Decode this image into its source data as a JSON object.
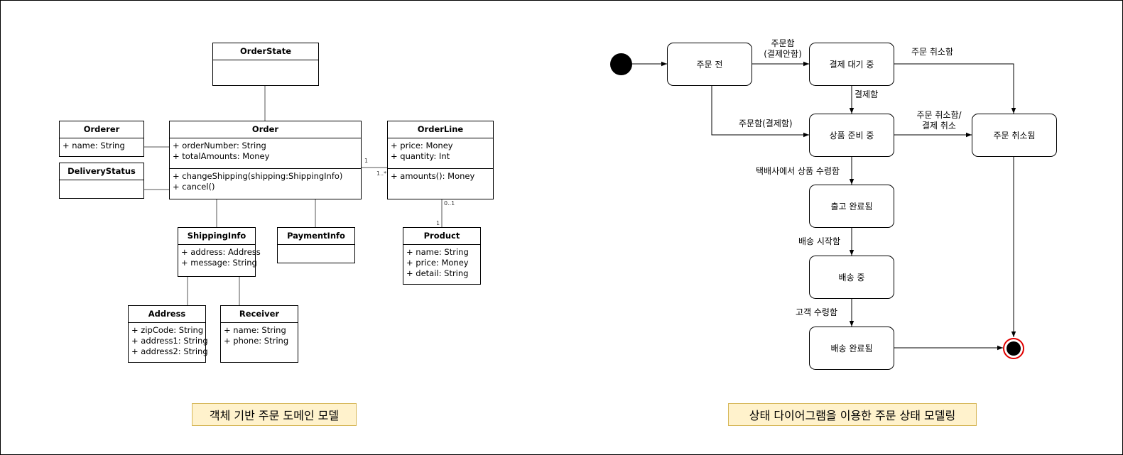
{
  "class_diagram": {
    "caption": "객체 기반 주문 도메인 모델",
    "classes": {
      "order_state": {
        "name": "OrderState",
        "attributes": [],
        "methods": []
      },
      "orderer": {
        "name": "Orderer",
        "attributes": [
          "+ name: String"
        ]
      },
      "delivery_status": {
        "name": "DeliveryStatus",
        "attributes": []
      },
      "order": {
        "name": "Order",
        "attributes": [
          "+ orderNumber: String",
          "+ totalAmounts: Money"
        ],
        "methods": [
          "+ changeShipping(shipping:ShippingInfo)",
          "+ cancel()"
        ]
      },
      "order_line": {
        "name": "OrderLine",
        "attributes": [
          "+ price: Money",
          "+ quantity: Int"
        ],
        "methods": [
          "+ amounts(): Money"
        ]
      },
      "shipping_info": {
        "name": "ShippingInfo",
        "attributes": [
          "+ address: Address",
          "+ message: String"
        ]
      },
      "payment_info": {
        "name": "PaymentInfo",
        "attributes": []
      },
      "product": {
        "name": "Product",
        "attributes": [
          "+ name: String",
          "+ price: Money",
          "+ detail: String"
        ]
      },
      "address": {
        "name": "Address",
        "attributes": [
          "+ zipCode: String",
          "+ address1: String",
          "+ address2: String"
        ]
      },
      "receiver": {
        "name": "Receiver",
        "attributes": [
          "+ name: String",
          "+ phone: String"
        ]
      }
    },
    "multiplicities": {
      "order_side": "1",
      "orderline_side": "1..*",
      "orderline_product": "0..1",
      "product_side": "1"
    }
  },
  "state_diagram": {
    "caption": "상태 다이어그램을 이용한 주문 상태 모델링",
    "states": {
      "before_order": "주문 전",
      "awaiting_payment": "결제 대기 중",
      "preparing": "상품 준비 중",
      "cancelled": "주문 취소됨",
      "shipped_out": "출고 완료됨",
      "in_delivery": "배송 중",
      "delivered": "배송 완료됨"
    },
    "transitions": {
      "order_no_pay_1": "주문함",
      "order_no_pay_2": "(결제안함)",
      "cancel_order": "주문 취소함",
      "pay": "결제함",
      "order_with_pay": "주문함(결제함)",
      "cancel_or_refund_1": "주문 취소함/",
      "cancel_or_refund_2": "결제 취소",
      "courier_received": "택배사에서 상품 수령함",
      "start_delivery": "배송 시작함",
      "customer_received": "고객 수령함"
    }
  },
  "colors": {
    "caption_fill": "#fff2cc",
    "caption_border": "#d6b656",
    "end_ring": "#e00000"
  }
}
